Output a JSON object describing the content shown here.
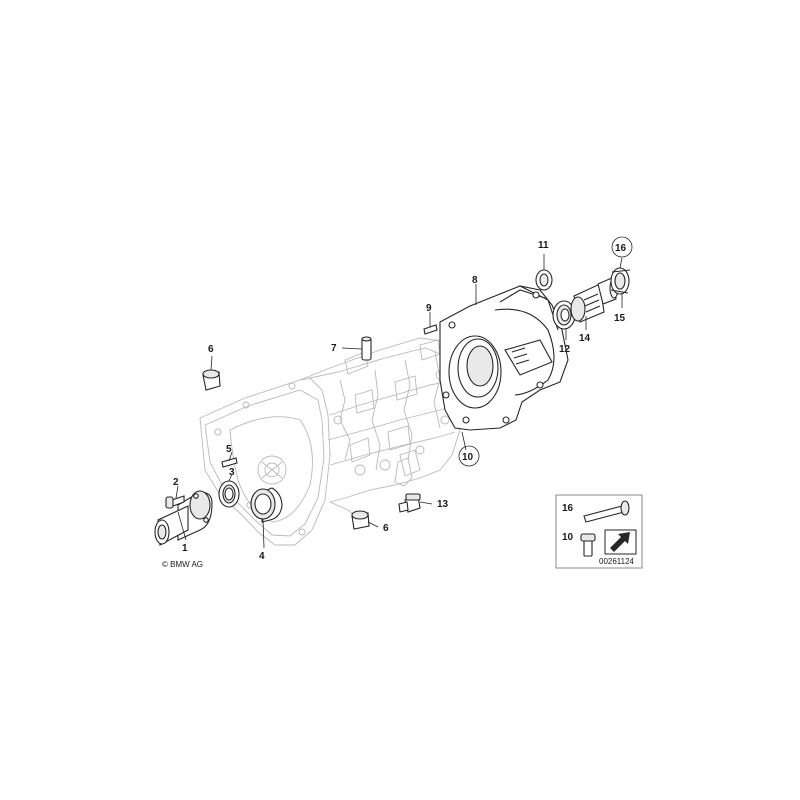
{
  "labels": {
    "p1": "1",
    "p2": "2",
    "p3": "3",
    "p4": "4",
    "p5": "5",
    "p6a": "6",
    "p6b": "6",
    "p7": "7",
    "p8": "8",
    "p9": "9",
    "p10": "10",
    "p11": "11",
    "p12": "12",
    "p13": "13",
    "p14": "14",
    "p15": "15",
    "p16": "16"
  },
  "inset": {
    "label_top": "16",
    "label_bottom": "10"
  },
  "copyright": "© BMW AG",
  "diagram_number": "00261124"
}
